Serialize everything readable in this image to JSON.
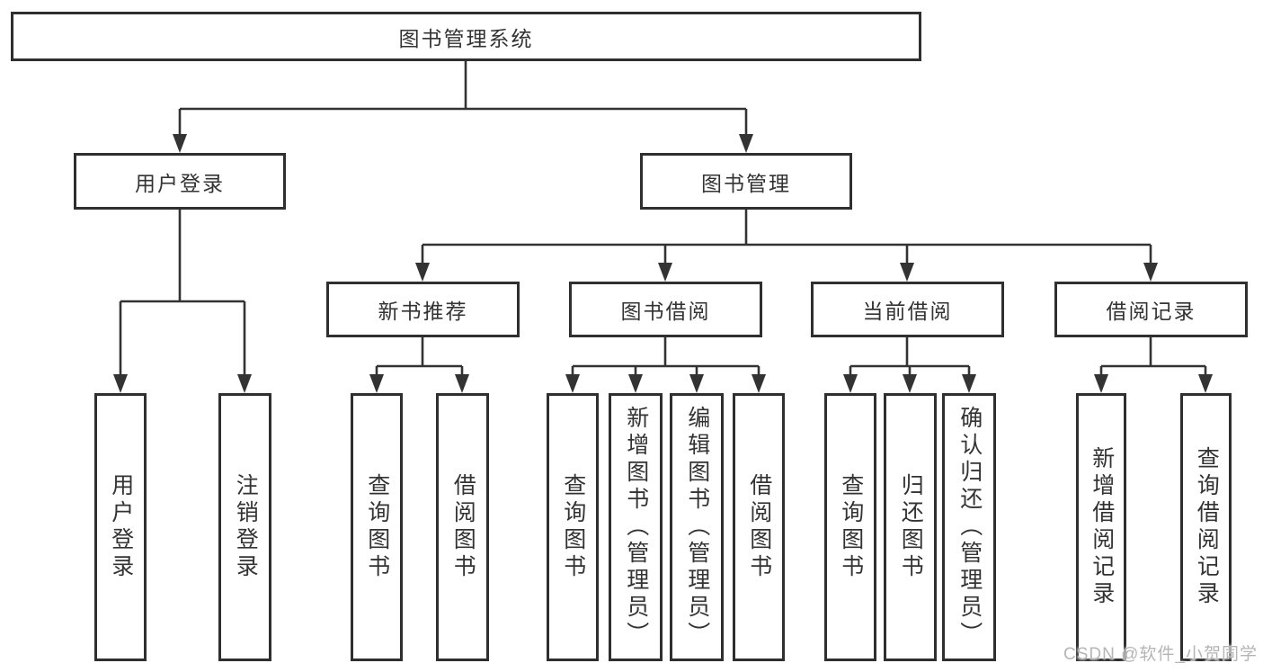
{
  "diagram": {
    "root": {
      "label": "图书管理系统"
    },
    "level2": [
      {
        "label": "用户登录"
      },
      {
        "label": "图书管理"
      }
    ],
    "level3": [
      {
        "label": "新书推荐"
      },
      {
        "label": "图书借阅"
      },
      {
        "label": "当前借阅"
      },
      {
        "label": "借阅记录"
      }
    ],
    "leaves": [
      {
        "parent": "用户登录",
        "label": "用户登录"
      },
      {
        "parent": "用户登录",
        "label": "注销登录"
      },
      {
        "parent": "新书推荐",
        "label": "查询图书"
      },
      {
        "parent": "新书推荐",
        "label": "借阅图书"
      },
      {
        "parent": "图书借阅",
        "label": "查询图书"
      },
      {
        "parent": "图书借阅",
        "label": "新增图书（管理员）"
      },
      {
        "parent": "图书借阅",
        "label": "编辑图书（管理员）"
      },
      {
        "parent": "图书借阅",
        "label": "借阅图书"
      },
      {
        "parent": "当前借阅",
        "label": "查询图书"
      },
      {
        "parent": "当前借阅",
        "label": "归还图书"
      },
      {
        "parent": "当前借阅",
        "label": "确认归还（管理员）"
      },
      {
        "parent": "借阅记录",
        "label": "新增借阅记录"
      },
      {
        "parent": "借阅记录",
        "label": "查询借阅记录"
      }
    ],
    "colors": {
      "line": "#333333",
      "box_border": "#2f2f2f",
      "box_background": "#ffffff",
      "text": "#333333",
      "watermark": "#b5b5b5"
    },
    "watermark": "CSDN @软件_小贺同学"
  }
}
